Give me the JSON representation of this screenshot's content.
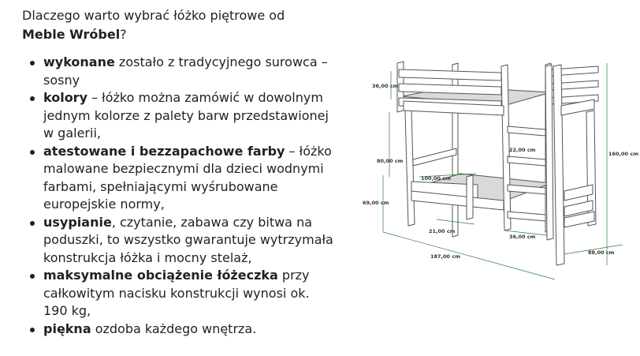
{
  "intro": {
    "prefix": "Dlaczego warto wybrać łóżko piętrowe od ",
    "brand": "Meble Wróbel",
    "suffix": "?"
  },
  "features": [
    {
      "bold": "wykonane",
      "rest": " zostało z tradycyjnego surowca – sosny"
    },
    {
      "bold": "kolory",
      "rest": " – łóżko można zamówić w dowolnym jednym kolorze z palety barw przedstawionej w galerii,"
    },
    {
      "bold": "atestowane i bezzapachowe farby",
      "rest": " – łóżko malowane bezpiecznymi dla dzieci wodnymi farbami, spełniającymi wyśrubowane europejskie normy,"
    },
    {
      "bold": "usypianie",
      "rest": ", czytanie, zabawa czy bitwa na poduszki, to wszystko gwarantuje wytrzymała konstrukcja łóżka i mocny stelaż,"
    },
    {
      "bold": "maksymalne obciążenie łóżeczka",
      "rest": " przy całkowitym nacisku konstrukcji wynosi ok. 190 kg,"
    },
    {
      "bold": "piękna",
      "rest": " ozdoba każdego wnętrza."
    }
  ],
  "diagram": {
    "dimensions": {
      "rail_height": "36,00 cm",
      "ladder_step": "22,00 cm",
      "total_height": "160,00 cm",
      "bed_clearance": "80,00 cm",
      "guard_length": "100,00 cm",
      "lower_height": "69,00 cm",
      "guard_height": "21,00 cm",
      "ladder_width": "36,00 cm",
      "length": "187,00 cm",
      "width": "88,00 cm"
    },
    "line_color": "#555555",
    "dim_color": "#2e7d32",
    "mattress_color": "#d9d9d9"
  }
}
